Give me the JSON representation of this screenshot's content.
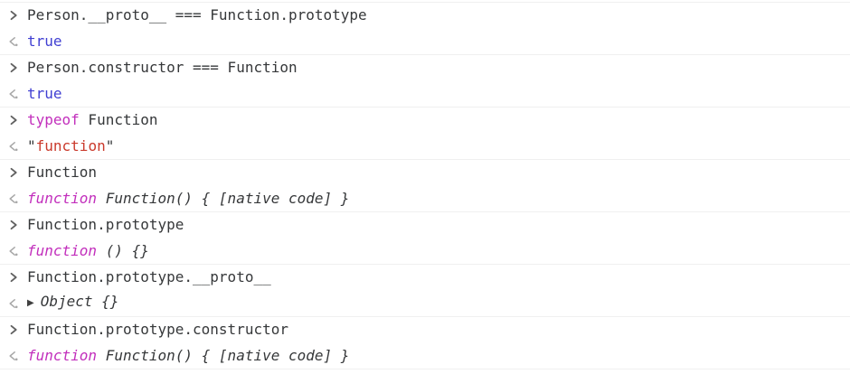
{
  "console": {
    "entries": [
      {
        "input": {
          "tokens": [
            {
              "text": "Person.__proto__ === Function.prototype",
              "type": "plain"
            }
          ]
        },
        "output": {
          "italic": false,
          "expandable": false,
          "tokens": [
            {
              "text": "true",
              "type": "boolean"
            }
          ]
        }
      },
      {
        "input": {
          "tokens": [
            {
              "text": "Person.constructor === Function",
              "type": "plain"
            }
          ]
        },
        "output": {
          "italic": false,
          "expandable": false,
          "tokens": [
            {
              "text": "true",
              "type": "boolean"
            }
          ]
        }
      },
      {
        "input": {
          "tokens": [
            {
              "text": "typeof",
              "type": "keyword"
            },
            {
              "text": " Function",
              "type": "plain"
            }
          ]
        },
        "output": {
          "italic": false,
          "expandable": false,
          "tokens": [
            {
              "text": "\"",
              "type": "quote"
            },
            {
              "text": "function",
              "type": "string"
            },
            {
              "text": "\"",
              "type": "quote"
            }
          ]
        }
      },
      {
        "input": {
          "tokens": [
            {
              "text": "Function",
              "type": "plain"
            }
          ]
        },
        "output": {
          "italic": true,
          "expandable": false,
          "tokens": [
            {
              "text": "function",
              "type": "keyword"
            },
            {
              "text": " Function() { [native code] }",
              "type": "plain"
            }
          ]
        }
      },
      {
        "input": {
          "tokens": [
            {
              "text": "Function.prototype",
              "type": "plain"
            }
          ]
        },
        "output": {
          "italic": true,
          "expandable": false,
          "tokens": [
            {
              "text": "function",
              "type": "keyword"
            },
            {
              "text": " () {}",
              "type": "plain"
            }
          ]
        }
      },
      {
        "input": {
          "tokens": [
            {
              "text": "Function.prototype.__proto__",
              "type": "plain"
            }
          ]
        },
        "output": {
          "italic": true,
          "expandable": true,
          "tokens": [
            {
              "text": "Object {}",
              "type": "plain"
            }
          ]
        }
      },
      {
        "input": {
          "tokens": [
            {
              "text": "Function.prototype.constructor",
              "type": "plain"
            }
          ]
        },
        "output": {
          "italic": true,
          "expandable": false,
          "tokens": [
            {
              "text": "function",
              "type": "keyword"
            },
            {
              "text": " Function() { [native code] }",
              "type": "plain"
            }
          ]
        }
      }
    ]
  },
  "icons": {
    "input_prompt": "chevron-right-icon",
    "output_marker": "return-value-icon",
    "expand": "expand-triangle-icon",
    "expand_glyph": "▶"
  },
  "colors": {
    "background": "#ffffff",
    "separator": "#f0f0f0",
    "text": "#36383a",
    "keyword": "#c22fbc",
    "boolean": "#403fd2",
    "string": "#ca3a2c",
    "prompt": "#616161",
    "result_arrow": "#a8a8a8",
    "expand_triangle": "#404040"
  }
}
